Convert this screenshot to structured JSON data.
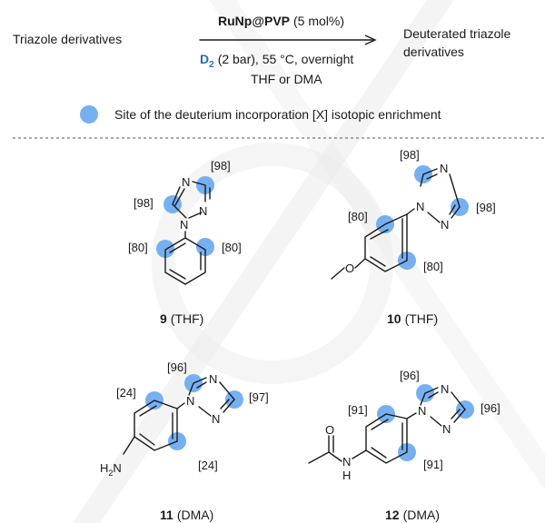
{
  "header": {
    "reactant": "Triazole derivatives",
    "catalyst": "RuNp@PVP",
    "catalyst_loading": "(5 mol%)",
    "gas": "D",
    "gas_subscript": "2",
    "conditions": "(2 bar), 55 °C, overnight",
    "solvent": "THF or DMA",
    "product_line1": "Deuterated triazole",
    "product_line2": "derivatives"
  },
  "legend": {
    "text": "Site of the deuterium incorporation [X] isotopic enrichment"
  },
  "compounds": [
    {
      "number": "9",
      "solvent": "(THF)",
      "labels": {
        "triazole_c5": "[98]",
        "triazole_c3": "[98]",
        "ortho_left": "[80]",
        "ortho_right": "[80]"
      }
    },
    {
      "number": "10",
      "solvent": "(THF)",
      "labels": {
        "triazole_c5": "[98]",
        "triazole_c3": "[98]",
        "ortho_top": "[80]",
        "ortho_bottom": "[80]"
      }
    },
    {
      "number": "11",
      "solvent": "(DMA)",
      "labels": {
        "triazole_c5": "[96]",
        "triazole_c3": "[97]",
        "ortho_top": "[24]",
        "ortho_bottom": "[24]"
      }
    },
    {
      "number": "12",
      "solvent": "(DMA)",
      "labels": {
        "triazole_c5": "[96]",
        "triazole_c3": "[96]",
        "ortho_top": "[91]",
        "ortho_bottom": "[91]"
      }
    }
  ],
  "atoms": {
    "N": "N",
    "O": "O",
    "H": "H",
    "H2N_H": "H",
    "H2N_2": "2",
    "H2N_N": "N"
  },
  "colors": {
    "deuterium_site": "#6aa9f0",
    "d2_label": "#1f6fbf"
  }
}
